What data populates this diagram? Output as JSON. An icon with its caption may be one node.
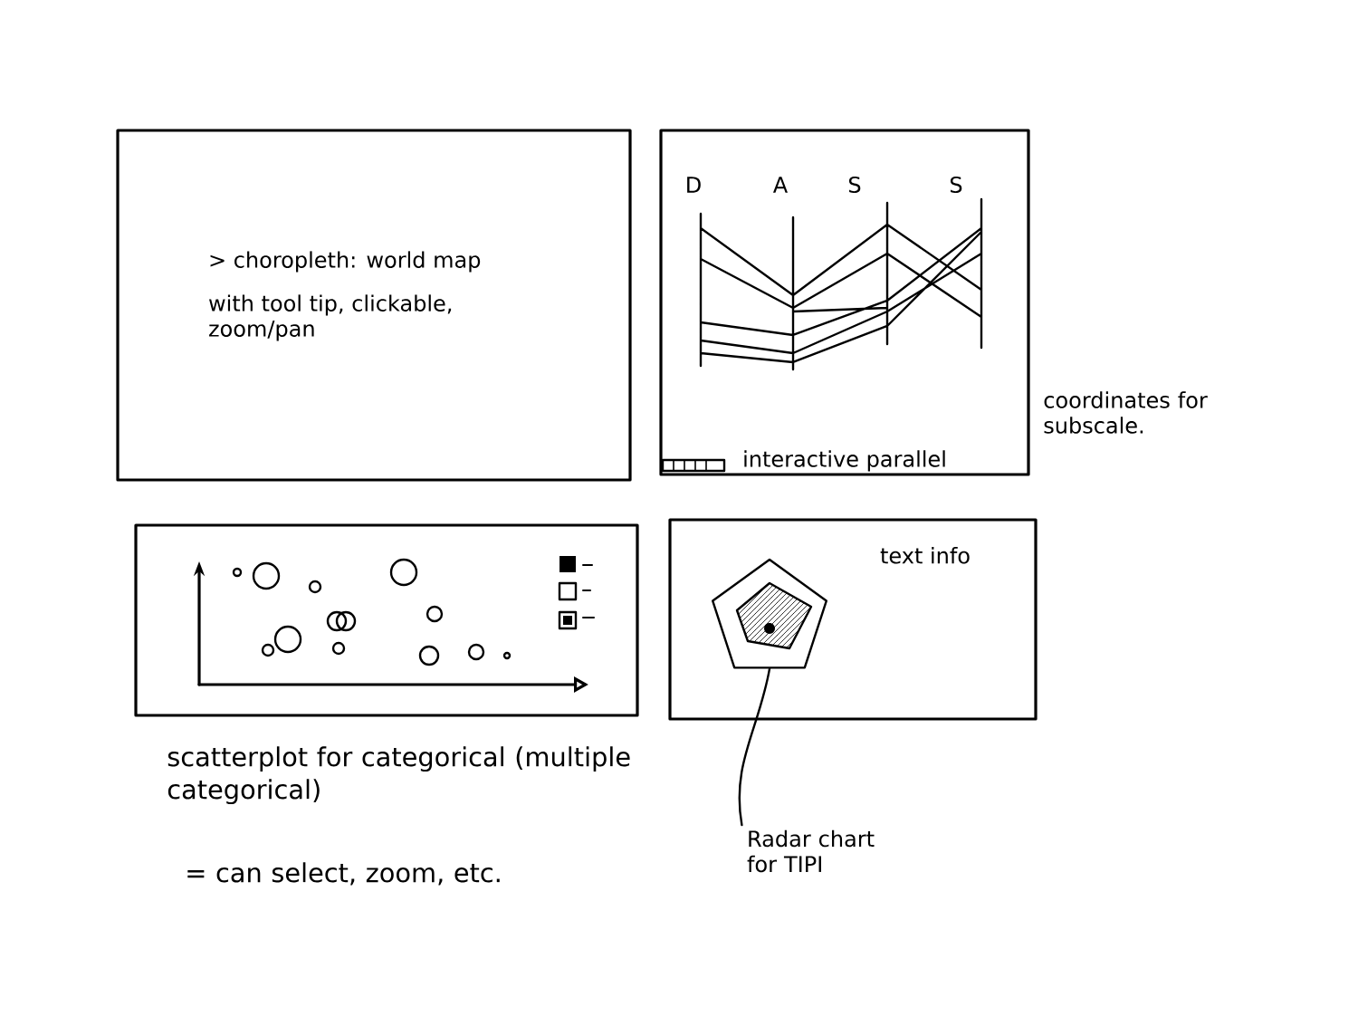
{
  "diagram": {
    "nodes": [
      {
        "text": [
          "> choropleth: world map",
          "with tool tip, clickable, zoom/pan"
        ]
      },
      {
        "text": [
          "interactive parallel"
        ],
        "beside": [
          "coordinates for subscale."
        ]
      },
      {
        "text": [],
        "shape": "box",
        "beside": [
          "scatterplot for categorical (multiple categorical)",
          "= can select, zoom, etc."
        ]
      },
      {
        "text": [
          "text info"
        ]
      },
      {
        "text": [],
        "shape": "picture",
        "in": 3
      },
      {
        "text": [
          "Radar chart for TIPI"
        ]
      }
    ],
    "edges": [
      {
        "from": 5,
        "to": 4,
        "arrow": "none"
      }
    ],
    "labels": [
      "D",
      "A",
      "S",
      "S"
    ]
  }
}
